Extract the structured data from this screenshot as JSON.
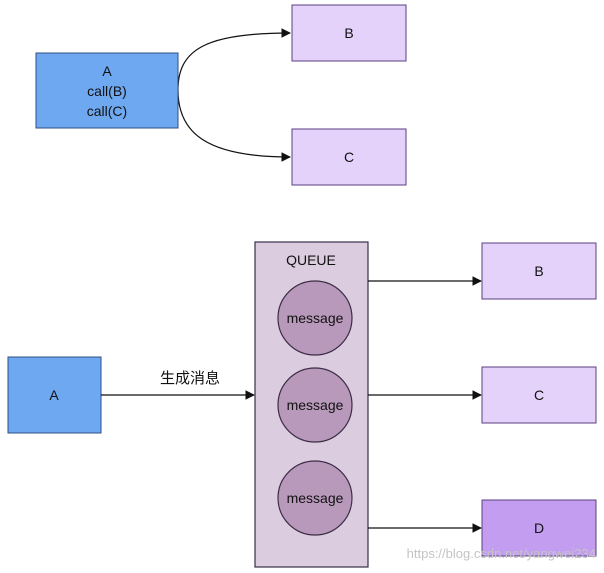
{
  "colors": {
    "blue_box": "#6ea8f0",
    "blue_stroke": "#2f4f86",
    "lavender_box": "#e4d2fb",
    "lavender_stroke": "#5a3f80",
    "violet_box": "#c39ef0",
    "queue_fill": "#dcccdf",
    "queue_stroke": "#3a2d45",
    "message_fill": "#b899bb",
    "message_stroke": "#3a2d45",
    "arrow": "#111111",
    "watermark": "#c4c4c4"
  },
  "top_diagram": {
    "caller": {
      "label": "A",
      "lines": [
        "call(B)",
        "call(C)"
      ]
    },
    "targets": [
      {
        "label": "B"
      },
      {
        "label": "C"
      }
    ]
  },
  "bottom_diagram": {
    "producer": {
      "label": "A"
    },
    "edge_label": "生成消息",
    "queue": {
      "title": "QUEUE",
      "messages": [
        "message",
        "message",
        "message"
      ]
    },
    "consumers": [
      {
        "label": "B"
      },
      {
        "label": "C"
      },
      {
        "label": "D"
      }
    ]
  },
  "watermark": "https://blog.csdn.net/yangwei234"
}
